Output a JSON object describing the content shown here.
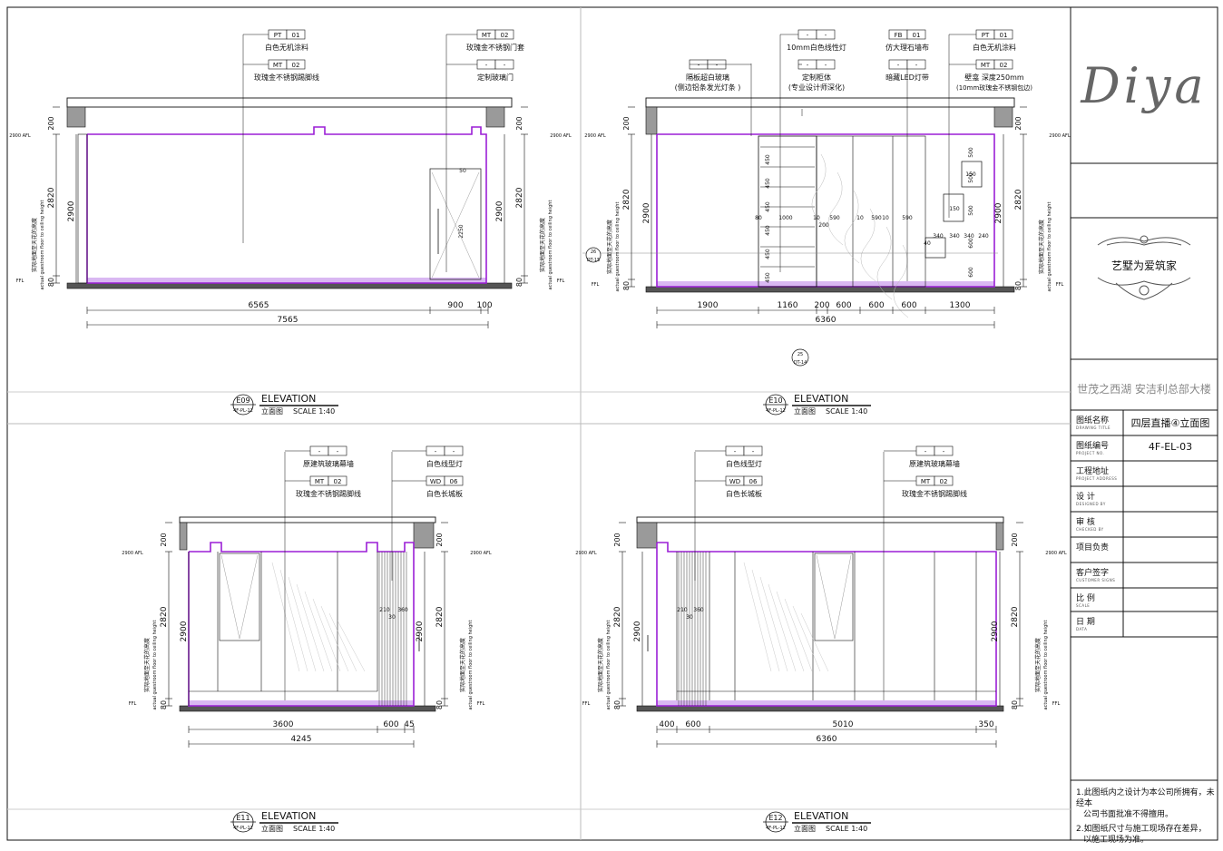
{
  "title_block": {
    "logo": "Diya",
    "slogan": "艺墅为爱筑家",
    "project": "世茂之西湖 安洁利总部大楼",
    "rows": [
      {
        "label": "图纸名称",
        "sub": "DRAWING TITLE",
        "value": "四层直播④立面图"
      },
      {
        "label": "图纸编号",
        "sub": "PROJECT NO.",
        "value": "4F-EL-03"
      },
      {
        "label": "工程地址",
        "sub": "PROJECT ADDRESS",
        "value": ""
      },
      {
        "label": "设 计",
        "sub": "DESIGNED BY",
        "value": ""
      },
      {
        "label": "审 核",
        "sub": "CHECKED BY",
        "value": ""
      },
      {
        "label": "项目负责",
        "sub": "",
        "value": ""
      },
      {
        "label": "客户签字",
        "sub": "CUSTOMER SIGNS",
        "value": ""
      },
      {
        "label": "比 例",
        "sub": "SCALE",
        "value": ""
      },
      {
        "label": "日 期",
        "sub": "DATA",
        "value": ""
      }
    ],
    "notes": [
      {
        "main": "1.此图纸内之设计为本公司所拥有，未经本",
        "cont": "公司书面批准不得擅用。"
      },
      {
        "main": "2.如图纸尺寸与施工现场存在差异，",
        "cont": "以施工现场为准。"
      }
    ]
  },
  "common": {
    "elevation_word": "ELEVATION",
    "view_label": "立面图",
    "scale": "SCALE 1:40",
    "height_total": "2900",
    "height_ceiling": "2820",
    "top_step": "200",
    "bottom_step": "80",
    "afl_label": "2900 AFL",
    "fl_label": "FFL",
    "vertical_cn": "实际地面至天花的高度",
    "vertical_en": "actual guestroom floor to ceiling height"
  },
  "elevations": {
    "e09": {
      "id": "E09",
      "sheet": "4F-PL-12",
      "tags": [
        {
          "code": "PT",
          "num": "01",
          "text": "白色无机涂料"
        },
        {
          "code": "MT",
          "num": "02",
          "text": "玫瑰金不锈钢踢脚线"
        },
        {
          "code": "MT",
          "num": "02",
          "text": "玫瑰金不锈钢门套"
        },
        {
          "code": "-",
          "num": "-",
          "text": "定制玻璃门"
        }
      ],
      "dims": [
        "6565",
        "900",
        "100",
        "7565"
      ],
      "inner": [
        "50",
        "2250"
      ]
    },
    "e10": {
      "id": "E10",
      "sheet": "4F-PL-12",
      "tags": [
        {
          "code": "-",
          "num": "-",
          "text": "10mm白色线性灯"
        },
        {
          "code": "-",
          "num": "-",
          "text": "定制柜体"
        },
        {
          "code": "-",
          "num": "-",
          "text": "(专业设计师深化)"
        },
        {
          "code": "-",
          "num": "-",
          "text": "隔板超白玻璃"
        },
        {
          "code": "-",
          "num": "-",
          "text": "(侧边铝条发光灯条 )"
        },
        {
          "code": "FB",
          "num": "01",
          "text": "仿大理石墙布"
        },
        {
          "code": "-",
          "num": "-",
          "text": "暗藏LED灯带"
        },
        {
          "code": "PT",
          "num": "01",
          "text": "白色无机涂料"
        },
        {
          "code": "MT",
          "num": "02",
          "text": "壁龛 深度250mm"
        },
        {
          "code": "-",
          "num": "-",
          "text": "(10mm玫瑰金不锈钢包边)"
        }
      ],
      "dims": [
        "1900",
        "1160",
        "200",
        "600",
        "600",
        "600",
        "1300",
        "6360"
      ],
      "inner": [
        "1000",
        "590",
        "10",
        "590",
        "10",
        "590",
        "80",
        "10",
        "200",
        "450",
        "450",
        "450",
        "450",
        "450",
        "450",
        "340",
        "340",
        "340",
        "240",
        "500",
        "500",
        "500",
        "600",
        "600",
        "150",
        "150",
        "40"
      ],
      "sections": [
        {
          "n": "26",
          "ref": "DT-15"
        },
        {
          "n": "25",
          "ref": "DT-14"
        }
      ]
    },
    "e11": {
      "id": "E11",
      "sheet": "4F-PL-12",
      "tags": [
        {
          "code": "-",
          "num": "-",
          "text": "原建筑玻璃幕墙"
        },
        {
          "code": "MT",
          "num": "02",
          "text": "玫瑰金不锈钢踢脚线"
        },
        {
          "code": "-",
          "num": "-",
          "text": "白色线型灯"
        },
        {
          "code": "WD",
          "num": "06",
          "text": "白色长城板"
        }
      ],
      "dims": [
        "3600",
        "600",
        "45",
        "4245"
      ],
      "inner": [
        "210",
        "360",
        "30"
      ]
    },
    "e12": {
      "id": "E12",
      "sheet": "4F-PL-12",
      "tags": [
        {
          "code": "-",
          "num": "-",
          "text": "白色线型灯"
        },
        {
          "code": "WD",
          "num": "06",
          "text": "白色长城板"
        },
        {
          "code": "-",
          "num": "-",
          "text": "原建筑玻璃幕墙"
        },
        {
          "code": "MT",
          "num": "02",
          "text": "玫瑰金不锈钢踢脚线"
        }
      ],
      "dims": [
        "400",
        "600",
        "5010",
        "350",
        "6360"
      ],
      "inner": [
        "210",
        "360",
        "30"
      ]
    }
  },
  "colors": {
    "accent": "#9b1fd6",
    "line": "#111111",
    "wall": "#9a9a9a",
    "dark": "#555555",
    "floor": "#d9b8f2"
  }
}
